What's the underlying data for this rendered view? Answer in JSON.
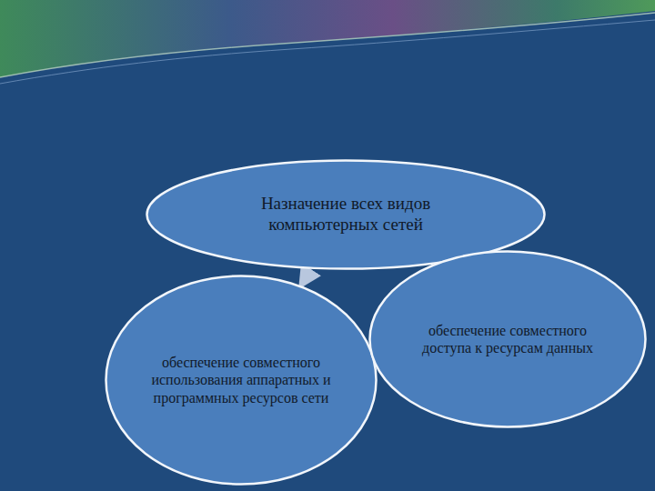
{
  "diagram": {
    "nodes": [
      {
        "text": [
          "Назначение всех видов компьютерных сетей"
        ]
      },
      {
        "text": [
          "обеспечение совместного использования аппаратных и программных ресурсов сети"
        ]
      },
      {
        "text": [
          "обеспечение совместного доступа к ресурсам данных"
        ]
      }
    ],
    "edges": [
      {
        "from": 0,
        "to": 1,
        "arrow": "to"
      }
    ]
  }
}
